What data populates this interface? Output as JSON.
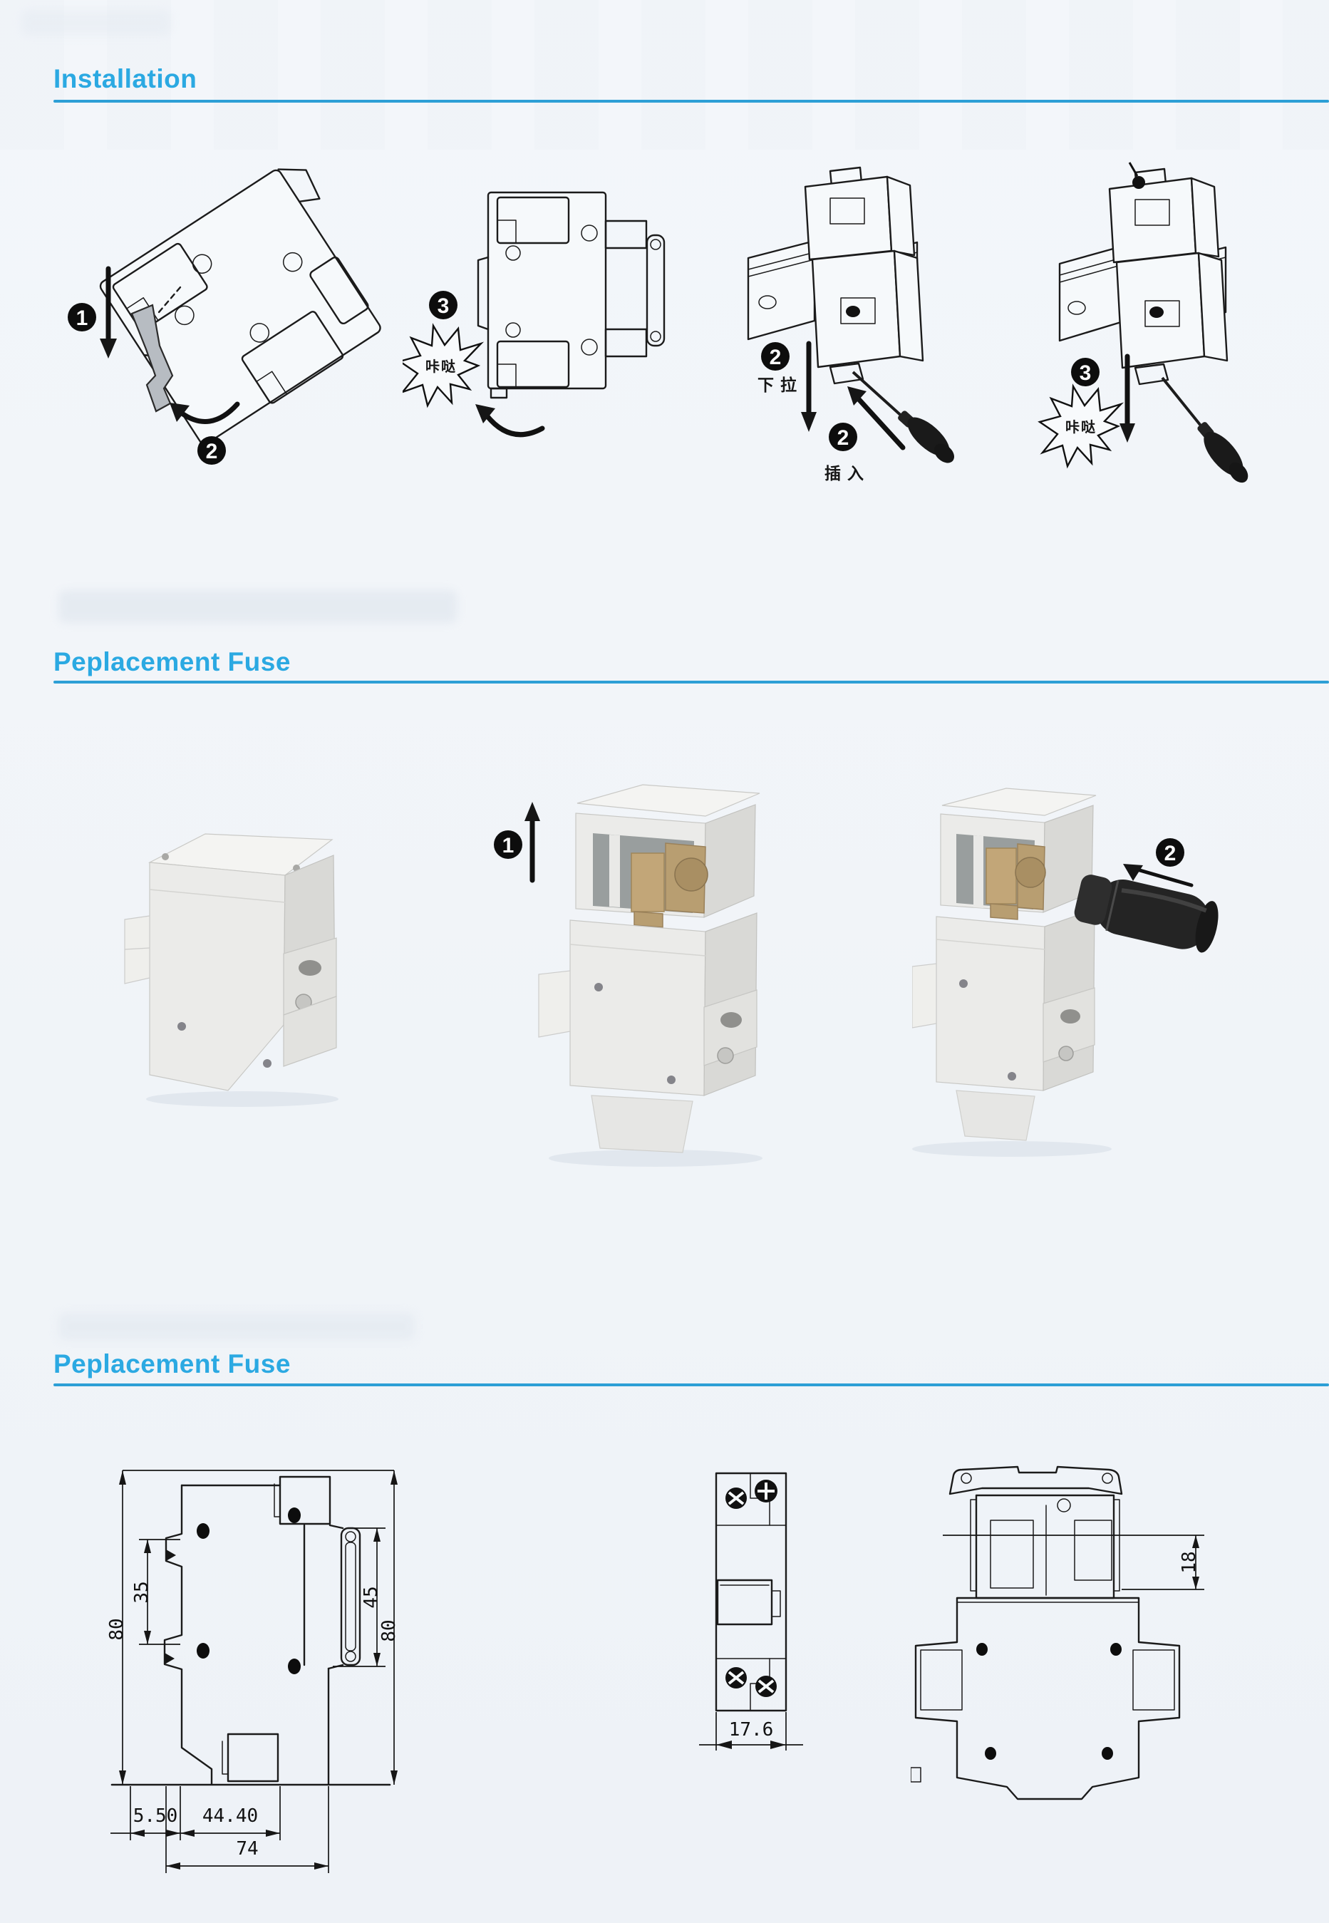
{
  "page": {
    "accent_color": "#2ba9e2",
    "rule_color": "#2d9fd6",
    "background_color": "#f2f5f9",
    "line_art_color": "#1b1b1b",
    "fuse_carrier_tan": "#c2a678",
    "fuse_black": "#242424",
    "body_gray": "#ebebe9"
  },
  "sections": {
    "installation": {
      "title": "Installation"
    },
    "replacement1": {
      "title": "Peplacement Fuse"
    },
    "replacement2": {
      "title": "Peplacement Fuse"
    }
  },
  "figs": {
    "install1": {
      "step1": "1",
      "step2": "2"
    },
    "install2": {
      "step": "3",
      "burst": "咔哒"
    },
    "install3": {
      "step_pull": "2",
      "pull": "下拉",
      "step_insert": "2",
      "insert": "插入"
    },
    "install4": {
      "step": "3",
      "burst": "咔哒"
    },
    "fuse2": {
      "step": "1"
    },
    "fuse3": {
      "step": "2"
    }
  },
  "dims": {
    "side": {
      "left_outer": "80",
      "left_inner": "35",
      "right_inner": "45",
      "right_outer": "80",
      "bottom_offset": "5.50",
      "bottom_depth": "44.40",
      "bottom_total": "74"
    },
    "front": {
      "width": "17.6"
    },
    "top": {
      "depth": "18"
    }
  }
}
